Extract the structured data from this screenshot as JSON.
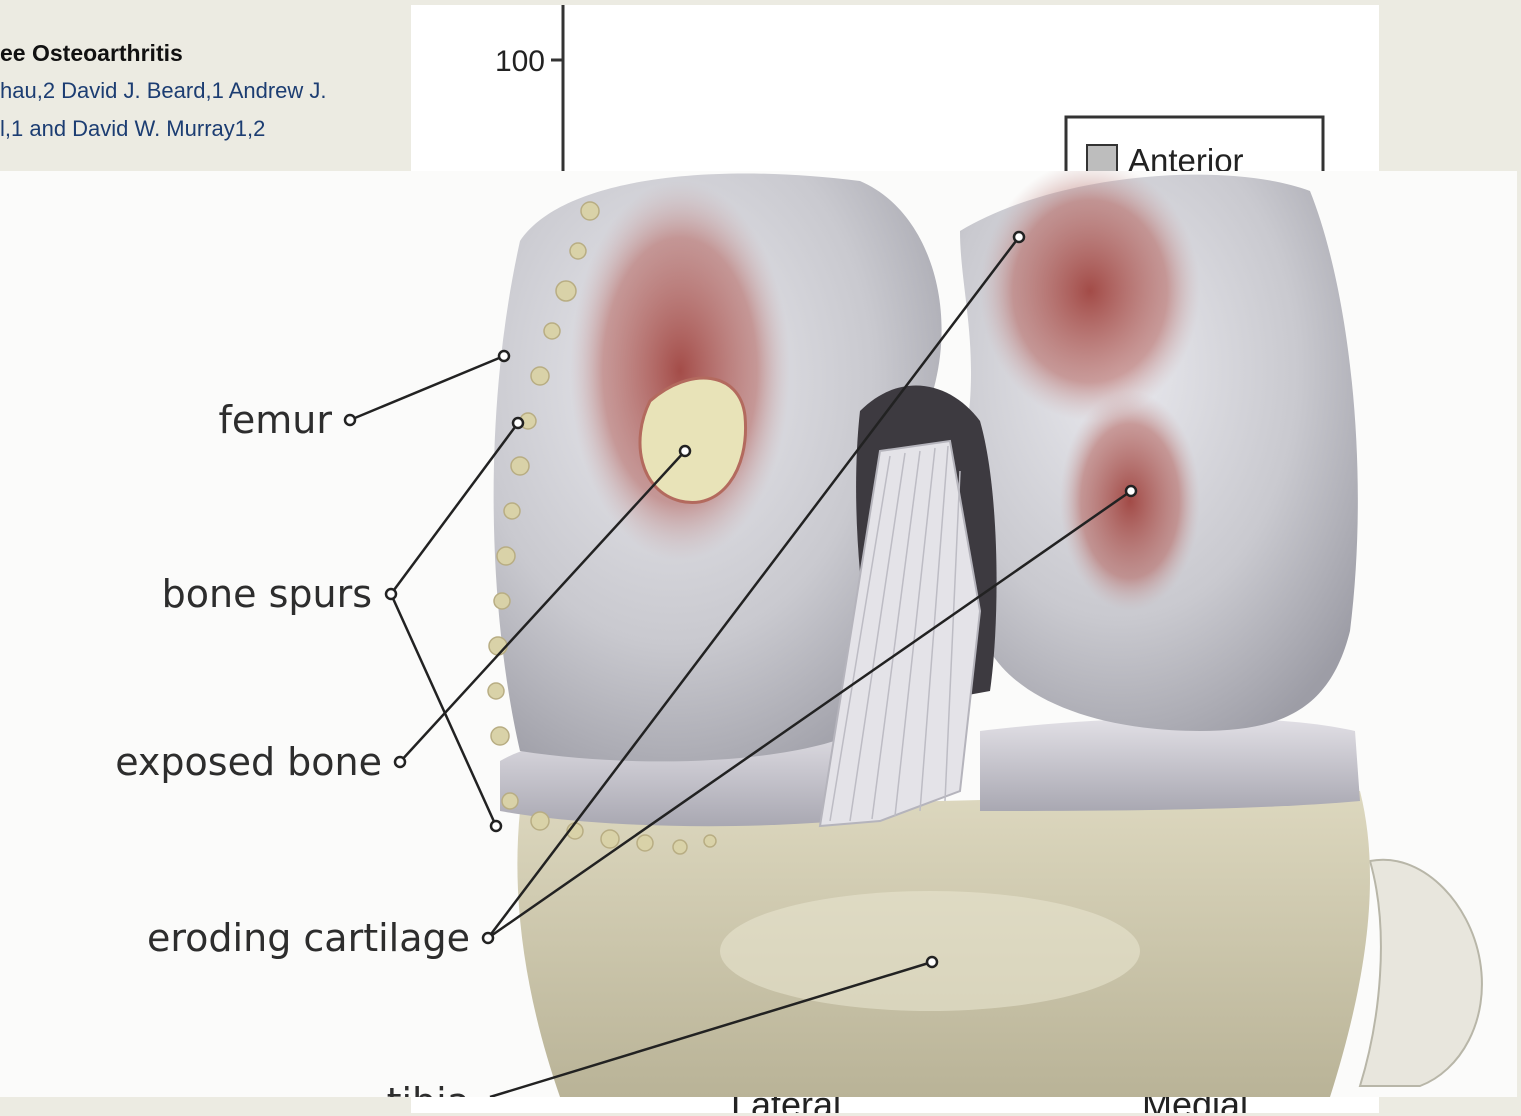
{
  "paper_header": {
    "title": "ee Osteoarthritis",
    "authors_line1": "hau,2 David J. Beard,1 Andrew J.",
    "authors_line2": "l,1 and David W. Murray1,2"
  },
  "background_chart": {
    "y_tick": "100",
    "legend_entry": "Anterior",
    "x_labels": [
      "Lateral",
      "Medial"
    ]
  },
  "illustration": {
    "labels": {
      "femur": "femur",
      "bone_spurs": "bone spurs",
      "exposed_bone": "exposed bone",
      "eroding_cartilage": "eroding cartilage",
      "tibia": "tibia"
    },
    "colors": {
      "bone_grey": "#c9c9cf",
      "inflamed": "#a8504c",
      "exposed": "#e6e2b5",
      "tibia": "#cfc9ae",
      "leader_line": "#222222"
    }
  }
}
